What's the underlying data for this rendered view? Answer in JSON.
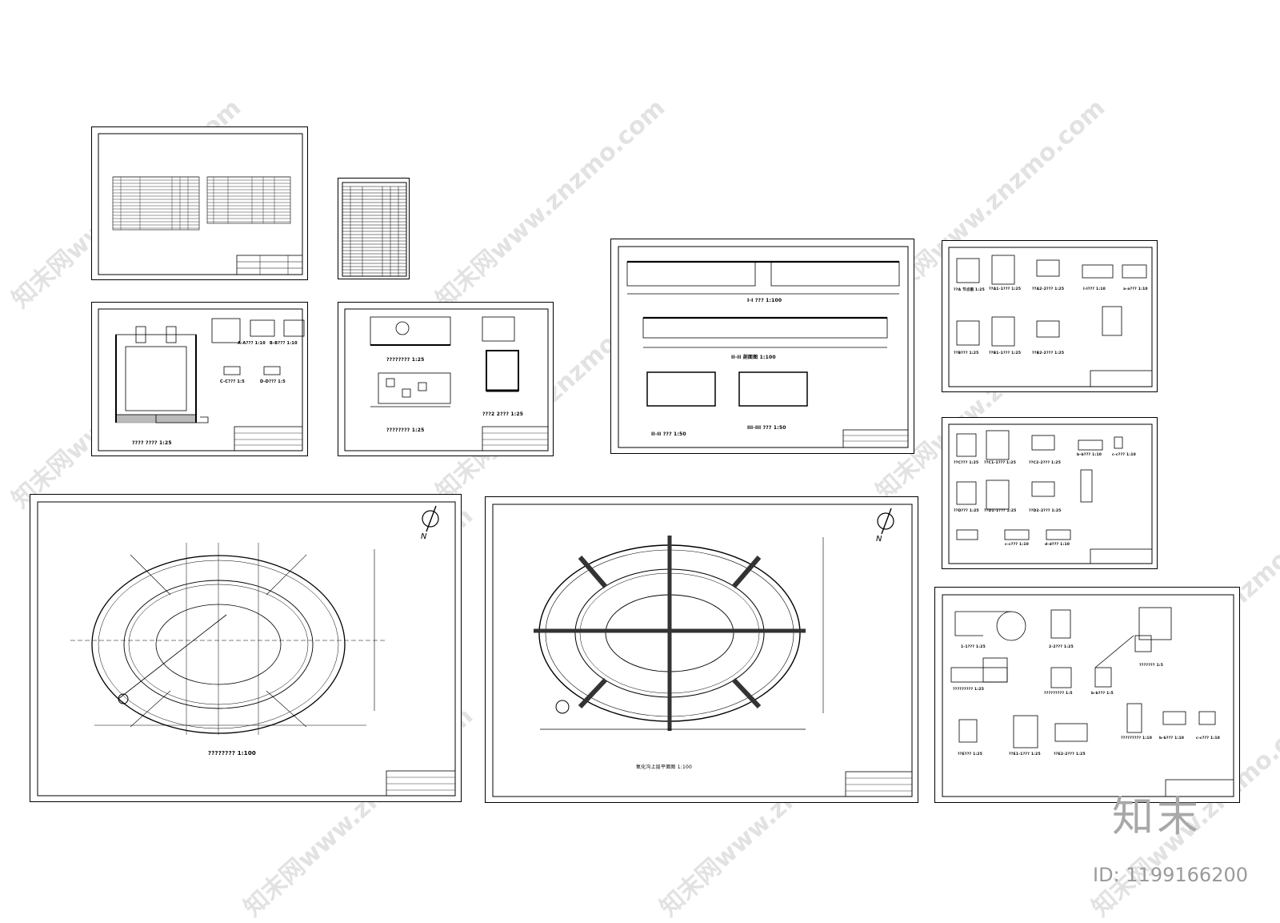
{
  "sheets": {
    "s1": {
      "caption": ""
    },
    "s3": {
      "caption": "???? ???? 1:25",
      "detail_a": "A-A??? 1:10",
      "detail_b": "B-B??? 1:10",
      "detail_c": "C-C??? 1:5",
      "detail_d": "D-D??? 1:5"
    },
    "s4": {
      "caption_a": "???????? 1:25",
      "caption_b": "???????? 1:25",
      "caption_c": "???2 2??? 1:25"
    },
    "s5": {
      "caption_a": "I-I ??? 1:100",
      "caption_b": "II-II 剖面图 1:100",
      "caption_c": "II-II ??? 1:50",
      "caption_d": "III-III ??? 1:50"
    },
    "s6": {
      "c1": "??A 节点图 1:25",
      "c2": "??A1-1??? 1:25",
      "c3": "??A2-2??? 1:25",
      "c4": "I-I??? 1:10",
      "c5": "a-a??? 1:10",
      "c6": "??B??? 1:25",
      "c7": "??B1-1??? 1:25",
      "c8": "??B2-2??? 1:25"
    },
    "s7": {
      "c1": "??C??? 1:25",
      "c2": "??C1-1??? 1:25",
      "c3": "??C2-2??? 1:25",
      "c4": "b-b??? 1:10",
      "c5": "c-c??? 1:10",
      "c6": "??D??? 1:25",
      "c7": "??D1-1??? 1:25",
      "c8": "??D2-2??? 1:25",
      "c9": "c-c??? 1:10",
      "c10": "d-d??? 1:10"
    },
    "s8": {
      "c1": "1-1??? 1:25",
      "c2": "2-2??? 1:25",
      "c3": "??????? 1:5",
      "c4": "????????? 1:25",
      "c5": "????????? 1:5",
      "c6": "b-b??? 1:5",
      "c7": "????????? 1:10",
      "c8": "b-b??? 1:10",
      "c9": "c-c??? 1:10",
      "c10": "??E??? 1:25",
      "c11": "??E1-1??? 1:25",
      "c12": "??E2-2??? 1:25"
    },
    "s9": {
      "caption": "???????? 1:100",
      "north": "N"
    },
    "s10": {
      "caption": "氧化沟上层平面图 1:100",
      "north": "N"
    }
  },
  "watermark": {
    "text": "知末网www.znzmo.com"
  },
  "brand": {
    "logo": "知末",
    "id": "ID: 1199166200"
  }
}
